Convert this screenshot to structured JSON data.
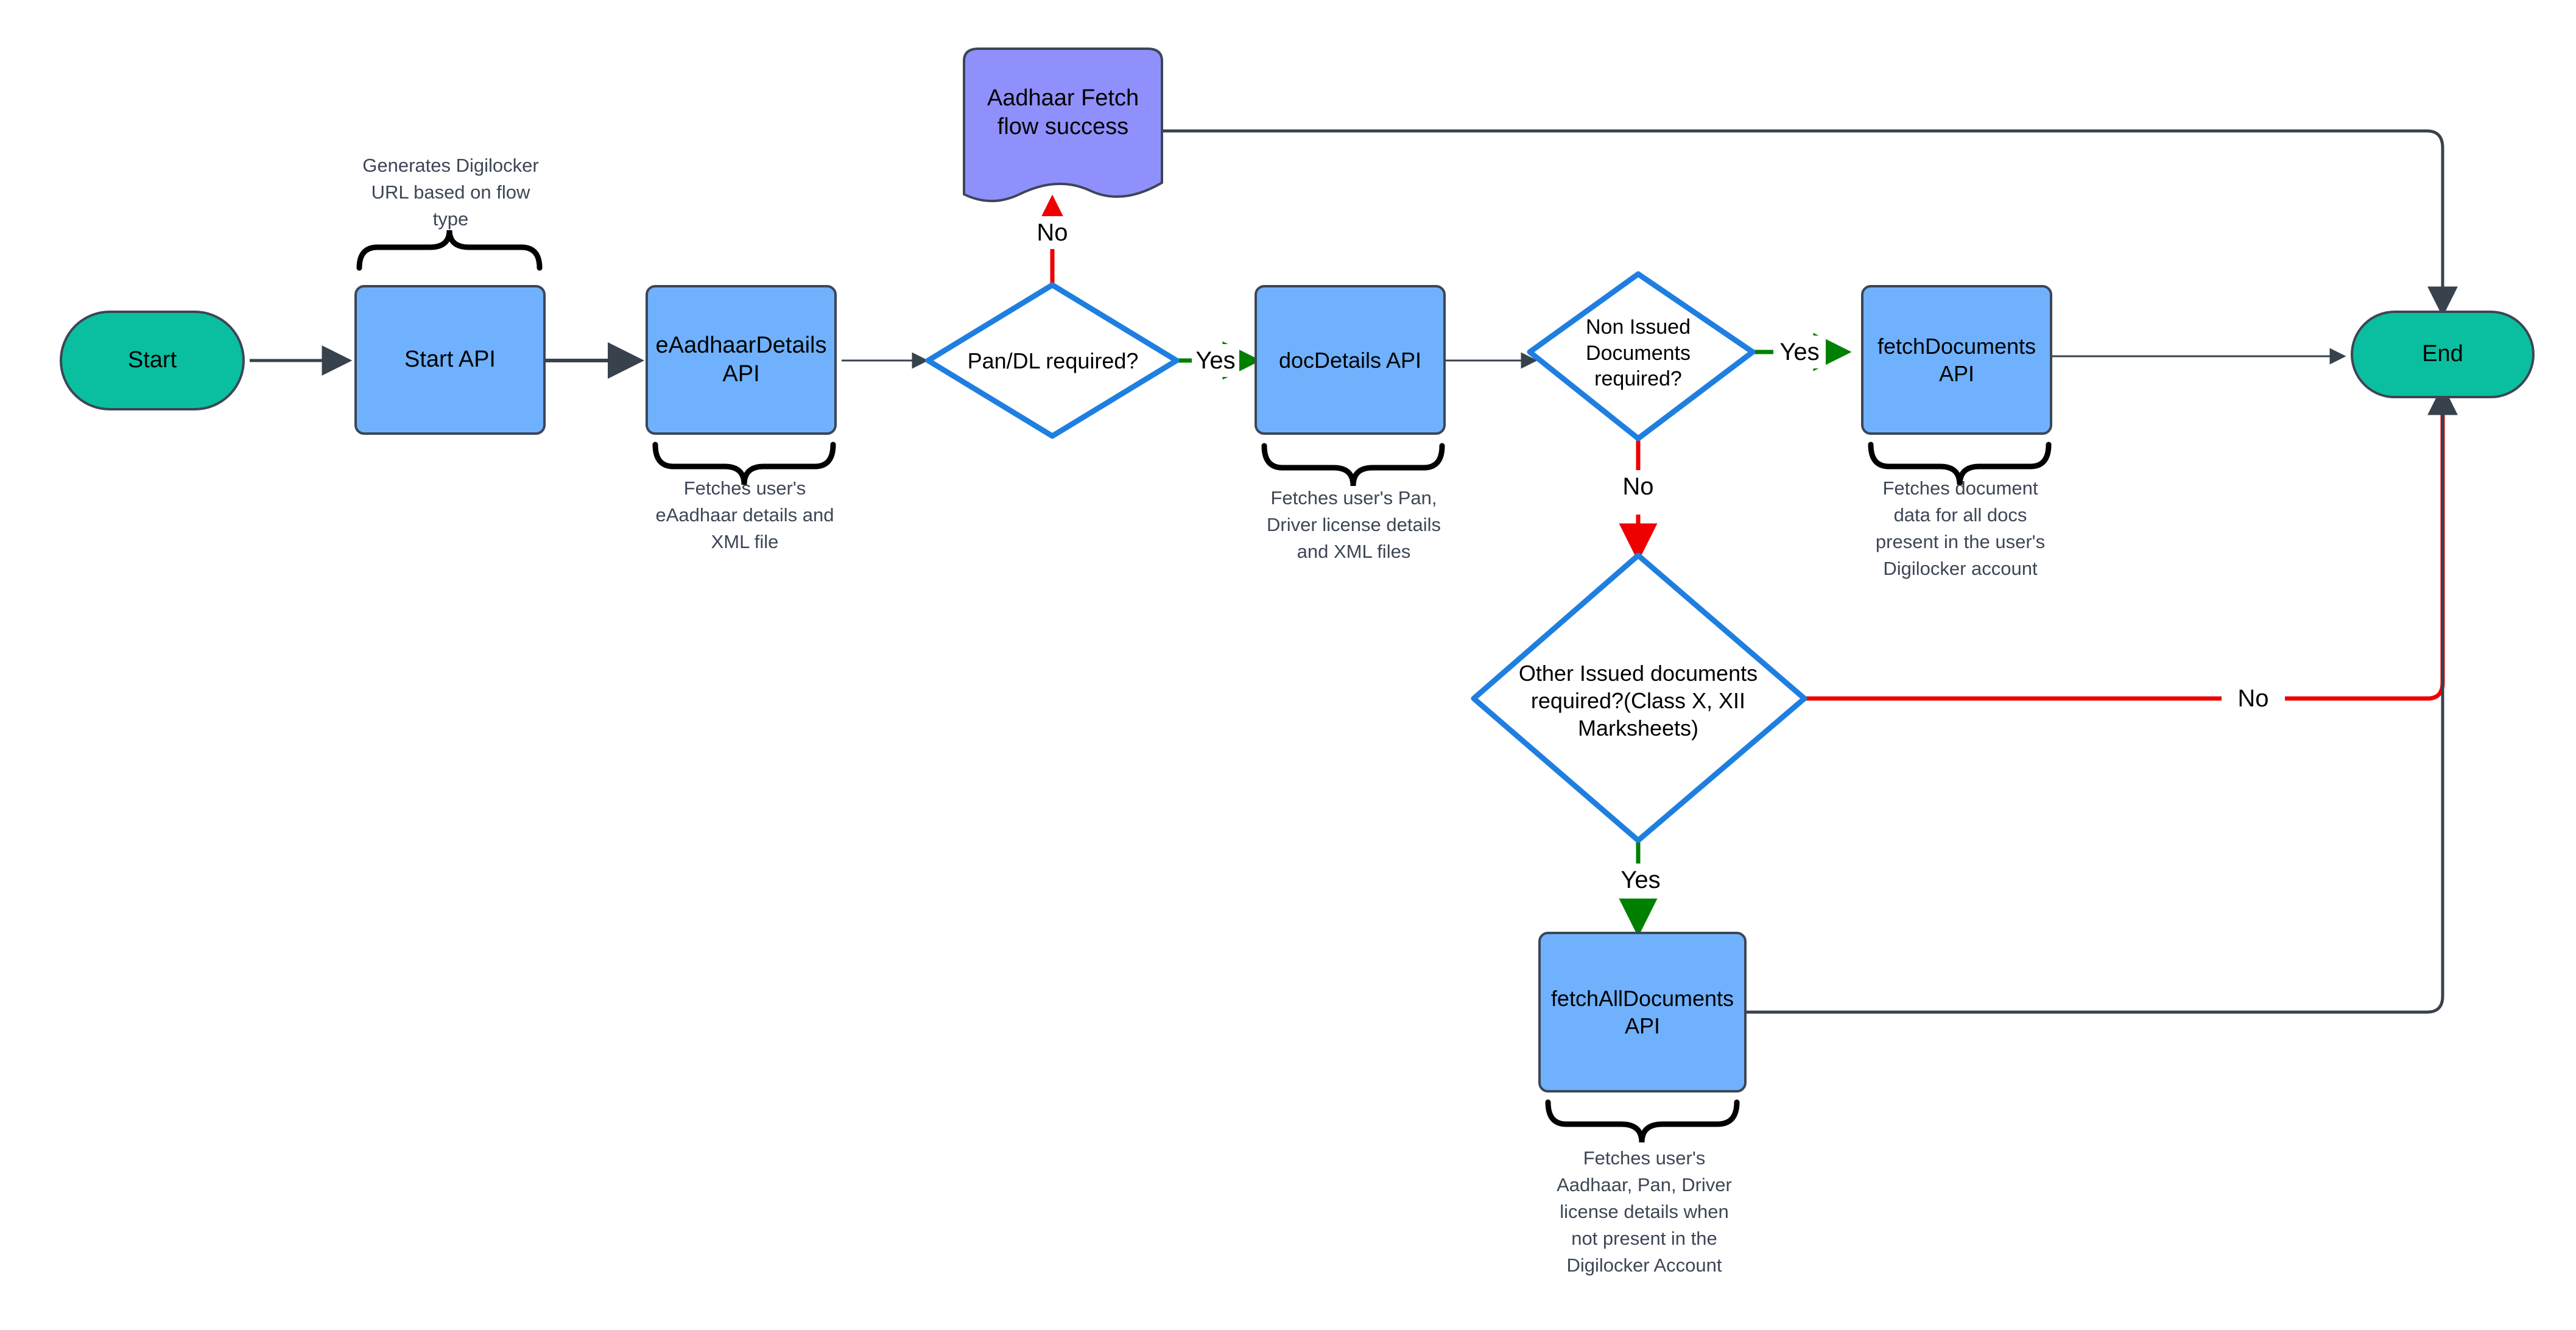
{
  "diagram": {
    "title": "Digilocker API Flow",
    "background": "#ffffff",
    "colors": {
      "terminator_fill": "#0ABFA0",
      "process_fill": "#6FB1FC",
      "document_fill": "#9090FC",
      "decision_stroke": "#1F7FE0",
      "decision_fill": "#ffffff",
      "edge_default": "#38424D",
      "edge_yes": "#008000",
      "edge_no": "#EE0000",
      "node_text": "#000000",
      "note_text": "#3C4655",
      "shape_outline": "#3C4655"
    }
  },
  "nodes": [
    {
      "id": "start",
      "type": "terminator",
      "label": "Start"
    },
    {
      "id": "start_api",
      "type": "process",
      "label": "Start API"
    },
    {
      "id": "eaadhaar_api",
      "type": "process",
      "label": "eAadhaarDetails\nAPI"
    },
    {
      "id": "aadhaar_success",
      "type": "document",
      "label": "Aadhaar Fetch\nflow success"
    },
    {
      "id": "pan_dl_decision",
      "type": "decision",
      "label": "Pan/DL required?"
    },
    {
      "id": "doc_details_api",
      "type": "process",
      "label": "docDetails API"
    },
    {
      "id": "non_issued_decision",
      "type": "decision",
      "label": "Non Issued\nDocuments\nrequired?"
    },
    {
      "id": "fetch_documents_api",
      "type": "process",
      "label": "fetchDocuments\nAPI"
    },
    {
      "id": "other_issued_decision",
      "type": "decision",
      "label": "Other Issued documents\nrequired?(Class X, XII\nMarksheets)"
    },
    {
      "id": "fetch_all_documents_api",
      "type": "process",
      "label": "fetchAllDocuments\nAPI"
    },
    {
      "id": "end",
      "type": "terminator",
      "label": "End"
    }
  ],
  "notes": [
    {
      "id": "note_start_api",
      "for": "start_api",
      "text": "Generates Digilocker\nURL based on flow\ntype",
      "position": "above"
    },
    {
      "id": "note_eaadhaar",
      "for": "eaadhaar_api",
      "text": "Fetches user's\neAadhaar details and\nXML file",
      "position": "below"
    },
    {
      "id": "note_doc_details",
      "for": "doc_details_api",
      "text": "Fetches user's Pan,\nDriver license details\nand XML files",
      "position": "below"
    },
    {
      "id": "note_fetch_documents",
      "for": "fetch_documents_api",
      "text": "Fetches document\ndata for all docs\npresent in the user's\nDigilocker account",
      "position": "below"
    },
    {
      "id": "note_fetch_all",
      "for": "fetch_all_documents_api",
      "text": "Fetches user's\nAadhaar, Pan, Driver\nlicense details when\nnot present in the\nDigilocker Account",
      "position": "below"
    }
  ],
  "edges": [
    {
      "id": "e_start_startapi",
      "from": "start",
      "to": "start_api",
      "label": "",
      "color": "#38424D"
    },
    {
      "id": "e_startapi_eaadhaar",
      "from": "start_api",
      "to": "eaadhaar_api",
      "label": "",
      "color": "#38424D"
    },
    {
      "id": "e_eaadhaar_pandl",
      "from": "eaadhaar_api",
      "to": "pan_dl_decision",
      "label": "",
      "color": "#38424D"
    },
    {
      "id": "e_pandl_no_success",
      "from": "pan_dl_decision",
      "to": "aadhaar_success",
      "label": "No",
      "color": "#EE0000"
    },
    {
      "id": "e_pandl_yes_docdetails",
      "from": "pan_dl_decision",
      "to": "doc_details_api",
      "label": "Yes",
      "color": "#008000"
    },
    {
      "id": "e_success_end",
      "from": "aadhaar_success",
      "to": "end",
      "label": "",
      "color": "#38424D"
    },
    {
      "id": "e_docdetails_nonissued",
      "from": "doc_details_api",
      "to": "non_issued_decision",
      "label": "",
      "color": "#38424D"
    },
    {
      "id": "e_nonissued_yes_fetch",
      "from": "non_issued_decision",
      "to": "fetch_documents_api",
      "label": "Yes",
      "color": "#008000"
    },
    {
      "id": "e_nonissued_no_other",
      "from": "non_issued_decision",
      "to": "other_issued_decision",
      "label": "No",
      "color": "#EE0000"
    },
    {
      "id": "e_fetchdocs_end",
      "from": "fetch_documents_api",
      "to": "end",
      "label": "",
      "color": "#38424D"
    },
    {
      "id": "e_other_no_end",
      "from": "other_issued_decision",
      "to": "end",
      "label": "No",
      "color": "#EE0000"
    },
    {
      "id": "e_other_yes_fetchall",
      "from": "other_issued_decision",
      "to": "fetch_all_documents_api",
      "label": "Yes",
      "color": "#008000"
    },
    {
      "id": "e_fetchall_end",
      "from": "fetch_all_documents_api",
      "to": "end",
      "label": "",
      "color": "#38424D"
    }
  ],
  "edge_labels": {
    "pan_dl_no": "No",
    "pan_dl_yes": "Yes",
    "non_issued_yes": "Yes",
    "non_issued_no": "No",
    "other_issued_no": "No",
    "other_issued_yes": "Yes"
  }
}
